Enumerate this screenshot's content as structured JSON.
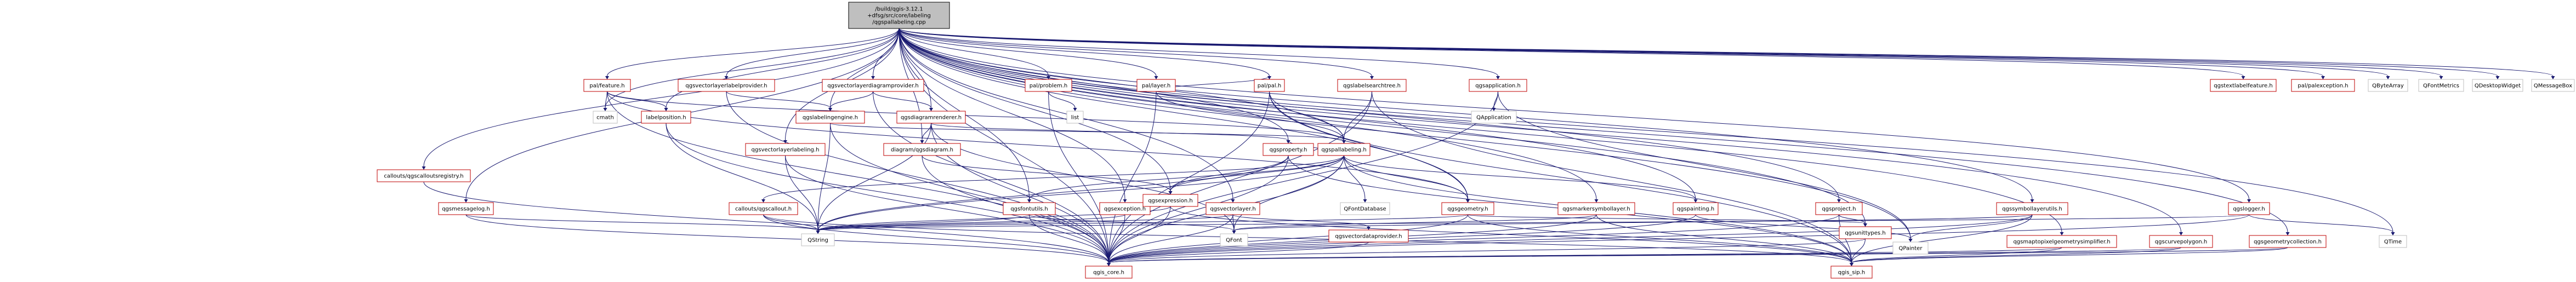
{
  "colors": {
    "root_fill": "#bfbfbf",
    "node_fill": "#ffffff",
    "node_border": "#000000",
    "link_border": "#bf0000",
    "plain_border": "#bfbfbf",
    "edge": "#191970",
    "text": "#000000"
  },
  "graph": {
    "root": {
      "id": "root",
      "lines": [
        "/build/qgis-3.12.1",
        "+dfsg/src/core/labeling",
        "/qgspallabeling.cpp"
      ]
    },
    "nodes": [
      {
        "id": "palfeature",
        "label": "pal/feature.h",
        "kind": "link"
      },
      {
        "id": "qgsvlprov",
        "label": "qgsvectorlayerlabelprovider.h",
        "kind": "link"
      },
      {
        "id": "qgsvldprov",
        "label": "qgsvectorlayerdiagramprovider.h",
        "kind": "link"
      },
      {
        "id": "palproblem",
        "label": "pal/problem.h",
        "kind": "link"
      },
      {
        "id": "pallayer",
        "label": "pal/layer.h",
        "kind": "link"
      },
      {
        "id": "palpal",
        "label": "pal/pal.h",
        "kind": "link"
      },
      {
        "id": "qgslsearchtree",
        "label": "qgslabelsearchtree.h",
        "kind": "link"
      },
      {
        "id": "qgsapplication",
        "label": "qgsapplication.h",
        "kind": "link"
      },
      {
        "id": "qgstextlabelfeature",
        "label": "qgstextlabelfeature.h",
        "kind": "link"
      },
      {
        "id": "palexception",
        "label": "pal/palexception.h",
        "kind": "link"
      },
      {
        "id": "qbytearray",
        "label": "QByteArray",
        "kind": "plain"
      },
      {
        "id": "qfontmetrics",
        "label": "QFontMetrics",
        "kind": "plain"
      },
      {
        "id": "qdesktopwidget",
        "label": "QDesktopWidget",
        "kind": "plain"
      },
      {
        "id": "qmessagebox",
        "label": "QMessageBox",
        "kind": "plain"
      },
      {
        "id": "cmath",
        "label": "cmath",
        "kind": "plain"
      },
      {
        "id": "labelposition",
        "label": "labelposition.h",
        "kind": "link"
      },
      {
        "id": "qgslabelingengine",
        "label": "qgslabelingengine.h",
        "kind": "link"
      },
      {
        "id": "qgsdiagramrenderer",
        "label": "qgsdiagramrenderer.h",
        "kind": "link"
      },
      {
        "id": "list",
        "label": "list",
        "kind": "plain"
      },
      {
        "id": "qapplication",
        "label": "QApplication",
        "kind": "plain"
      },
      {
        "id": "calloutsreg",
        "label": "callouts/qgscalloutsregistry.h",
        "kind": "link"
      },
      {
        "id": "qgsvlabeling",
        "label": "qgsvectorlayerlabeling.h",
        "kind": "link"
      },
      {
        "id": "diagram",
        "label": "diagram/qgsdiagram.h",
        "kind": "link"
      },
      {
        "id": "qgsproperty",
        "label": "qgsproperty.h",
        "kind": "link"
      },
      {
        "id": "qgspallabeling",
        "label": "qgspallabeling.h",
        "kind": "link"
      },
      {
        "id": "qgsmessagelog",
        "label": "qgsmessagelog.h",
        "kind": "link"
      },
      {
        "id": "qgsexception",
        "label": "qgsexception.h",
        "kind": "link"
      },
      {
        "id": "calloutscallout",
        "label": "callouts/qgscallout.h",
        "kind": "link"
      },
      {
        "id": "qgsexpression",
        "label": "qgsexpression.h",
        "kind": "link"
      },
      {
        "id": "qgsfontutils",
        "label": "qgsfontutils.h",
        "kind": "link"
      },
      {
        "id": "qgsvectorlayer",
        "label": "qgsvectorlayer.h",
        "kind": "link"
      },
      {
        "id": "qfontdatabase",
        "label": "QFontDatabase",
        "kind": "plain"
      },
      {
        "id": "qgsgeometry",
        "label": "qgsgeometry.h",
        "kind": "link"
      },
      {
        "id": "qgsmarkersym",
        "label": "qgsmarkersymbollayer.h",
        "kind": "link"
      },
      {
        "id": "qgspainting",
        "label": "qgspainting.h",
        "kind": "link"
      },
      {
        "id": "qgsproject",
        "label": "qgsproject.h",
        "kind": "link"
      },
      {
        "id": "qgssymlayerutils",
        "label": "qgssymbollayerutils.h",
        "kind": "link"
      },
      {
        "id": "qgslogger",
        "label": "qgslogger.h",
        "kind": "link"
      },
      {
        "id": "qgscurvepolygon",
        "label": "qgscurvepolygon.h",
        "kind": "link"
      },
      {
        "id": "qgsgeomcollection",
        "label": "qgsgeometrycollection.h",
        "kind": "link"
      },
      {
        "id": "qtime",
        "label": "QTime",
        "kind": "plain"
      },
      {
        "id": "qstring",
        "label": "QString",
        "kind": "plain"
      },
      {
        "id": "qfont",
        "label": "QFont",
        "kind": "plain"
      },
      {
        "id": "qgsvdprov",
        "label": "qgsvectordataprovider.h",
        "kind": "link"
      },
      {
        "id": "qgsunittypes",
        "label": "qgsunittypes.h",
        "kind": "link"
      },
      {
        "id": "qpainter",
        "label": "QPainter",
        "kind": "plain"
      },
      {
        "id": "qgsmaptopixel",
        "label": "qgsmaptopixelgeometrysimplifier.h",
        "kind": "link"
      },
      {
        "id": "qgscore",
        "label": "qgis_core.h",
        "kind": "link"
      },
      {
        "id": "qgssip",
        "label": "qgis_sip.h",
        "kind": "link"
      }
    ]
  }
}
